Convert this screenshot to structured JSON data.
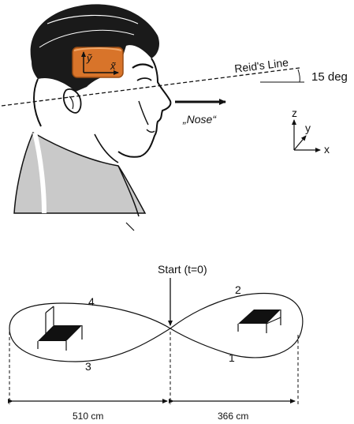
{
  "head_figure": {
    "reids_line_label": "Reid's Line",
    "angle_label": "15 deg",
    "nose_label": "„Nose“",
    "sensor_axes": {
      "y": "ỹ",
      "x": "x̃"
    },
    "sensor_color": "#d8742a",
    "coordinate_axes": {
      "z": "z",
      "y": "y",
      "x": "x"
    }
  },
  "path_figure": {
    "start_label": "Start (t=0)",
    "segment_labels": {
      "s1": "1",
      "s2": "2",
      "s3": "3",
      "s4": "4"
    },
    "dimension_left": "510 cm",
    "dimension_right": "366 cm"
  }
}
